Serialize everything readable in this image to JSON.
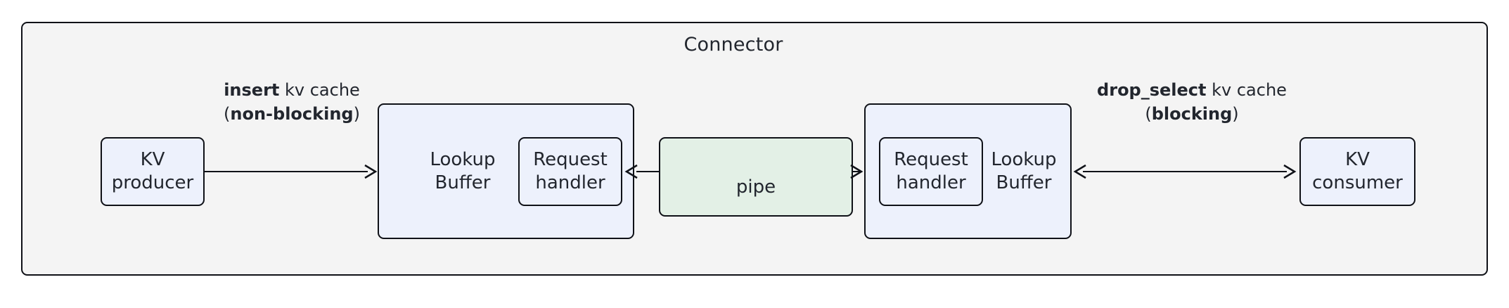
{
  "diagram": {
    "title": "Connector",
    "colors": {
      "frame_fill": "#f4f4f4",
      "node_fill": "#edf1fc",
      "pipe_fill": "#e3f0e6",
      "stroke": "#0f1117",
      "text": "#22262e"
    },
    "nodes": {
      "kv_producer": "KV\nproducer",
      "left_buffer": "Lookup\nBuffer",
      "left_request_handler": "Request\nhandler",
      "pipe": "pipe",
      "right_request_handler": "Request\nhandler",
      "right_buffer": "Lookup\nBuffer",
      "kv_consumer": "KV\nconsumer"
    },
    "edges": {
      "insert": {
        "line1_bold": "insert",
        "line1_rest": " kv cache",
        "line2_open": "(",
        "line2_bold": "non-blocking",
        "line2_close": ")",
        "direction": "right"
      },
      "drop_select": {
        "line1_bold": "drop_select",
        "line1_rest": " kv cache",
        "line2_open": "(",
        "line2_bold": "blocking",
        "line2_close": ")",
        "direction": "both"
      },
      "pipe_to_left": {
        "direction": "left"
      },
      "pipe_to_right": {
        "direction": "right"
      }
    }
  }
}
